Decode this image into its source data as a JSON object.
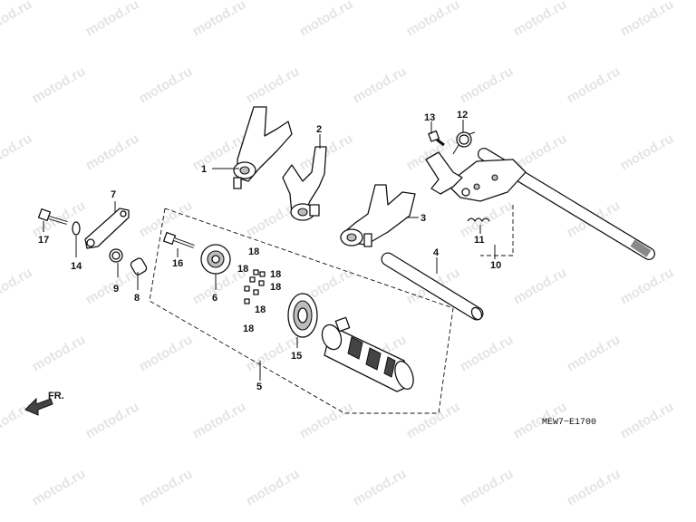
{
  "watermark": {
    "text": "motod.ru"
  },
  "diagram_code": "MEW7−E1700",
  "direction_label": "FR.",
  "callouts": [
    {
      "id": "c1",
      "label": "1"
    },
    {
      "id": "c2",
      "label": "2"
    },
    {
      "id": "c3",
      "label": "3"
    },
    {
      "id": "c4",
      "label": "4"
    },
    {
      "id": "c5",
      "label": "5"
    },
    {
      "id": "c6",
      "label": "6"
    },
    {
      "id": "c7",
      "label": "7"
    },
    {
      "id": "c8",
      "label": "8"
    },
    {
      "id": "c9",
      "label": "9"
    },
    {
      "id": "c10",
      "label": "10"
    },
    {
      "id": "c11",
      "label": "11"
    },
    {
      "id": "c12",
      "label": "12"
    },
    {
      "id": "c13",
      "label": "13"
    },
    {
      "id": "c14",
      "label": "14"
    },
    {
      "id": "c15",
      "label": "15"
    },
    {
      "id": "c16",
      "label": "16"
    },
    {
      "id": "c17",
      "label": "17"
    },
    {
      "id": "c18a",
      "label": "18"
    },
    {
      "id": "c18b",
      "label": "18"
    },
    {
      "id": "c18c",
      "label": "18"
    },
    {
      "id": "c18d",
      "label": "18"
    },
    {
      "id": "c18e",
      "label": "18"
    },
    {
      "id": "c18f",
      "label": "18"
    }
  ],
  "colors": {
    "line": "#111111",
    "watermark": "#e4e4e4",
    "shade": "#bdbdbd"
  }
}
